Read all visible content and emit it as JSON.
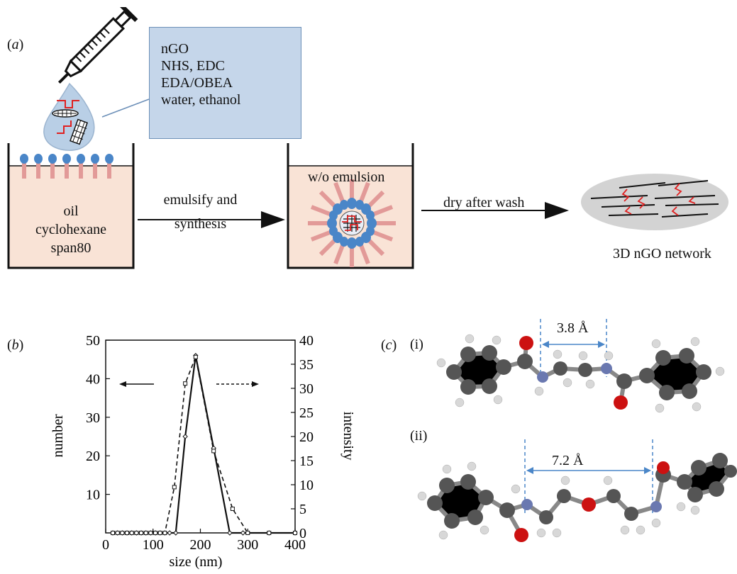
{
  "panels": {
    "a": "a",
    "b": "b",
    "c": "c"
  },
  "panel_a": {
    "reagents": [
      "nGO",
      "NHS, EDC",
      "EDA/OBEA",
      "water, ethanol"
    ],
    "oil_phase": [
      "oil",
      "cyclohexane",
      "span80"
    ],
    "step1": [
      "emulsify and",
      "synthesis"
    ],
    "emulsion_label": "w/o emulsion",
    "step2": "dry after wash",
    "product_label": "3D nGO network"
  },
  "panel_c": {
    "sub_i": "(i)",
    "sub_ii": "(ii)",
    "distance_i": "3.8 Å",
    "distance_ii": "7.2 Å"
  },
  "chart_data": {
    "type": "line",
    "xlabel": "size (nm)",
    "ylabel": "number",
    "y2label": "intensity",
    "xlim": [
      0,
      400
    ],
    "ylim": [
      0,
      50
    ],
    "y2lim": [
      0,
      40
    ],
    "xticks": [
      0,
      100,
      200,
      300,
      400
    ],
    "yticks": [
      10,
      20,
      30,
      40,
      50
    ],
    "y2ticks": [
      0,
      5,
      10,
      15,
      20,
      25,
      30,
      35,
      40
    ],
    "series": [
      {
        "axis": "left",
        "style": "solid",
        "marker": "diamond",
        "x": [
          15,
          25,
          35,
          45,
          55,
          65,
          75,
          85,
          95,
          105,
          115,
          125,
          135,
          148,
          168,
          190,
          228,
          262,
          290,
          345,
          400
        ],
        "y": [
          0,
          0,
          0,
          0,
          0,
          0,
          0,
          0,
          0,
          0,
          0,
          0,
          0,
          0,
          25,
          46,
          22,
          0,
          0,
          0,
          0
        ]
      },
      {
        "axis": "right",
        "style": "dashed",
        "marker": "square",
        "x": [
          15,
          25,
          35,
          45,
          55,
          65,
          75,
          85,
          95,
          105,
          115,
          125,
          145,
          168,
          190,
          228,
          268,
          300,
          345,
          400
        ],
        "y": [
          0,
          0,
          0,
          0,
          0,
          0,
          0,
          0,
          0,
          0,
          0,
          0,
          9.5,
          31,
          36.5,
          17,
          5,
          0,
          0,
          0
        ]
      }
    ]
  }
}
